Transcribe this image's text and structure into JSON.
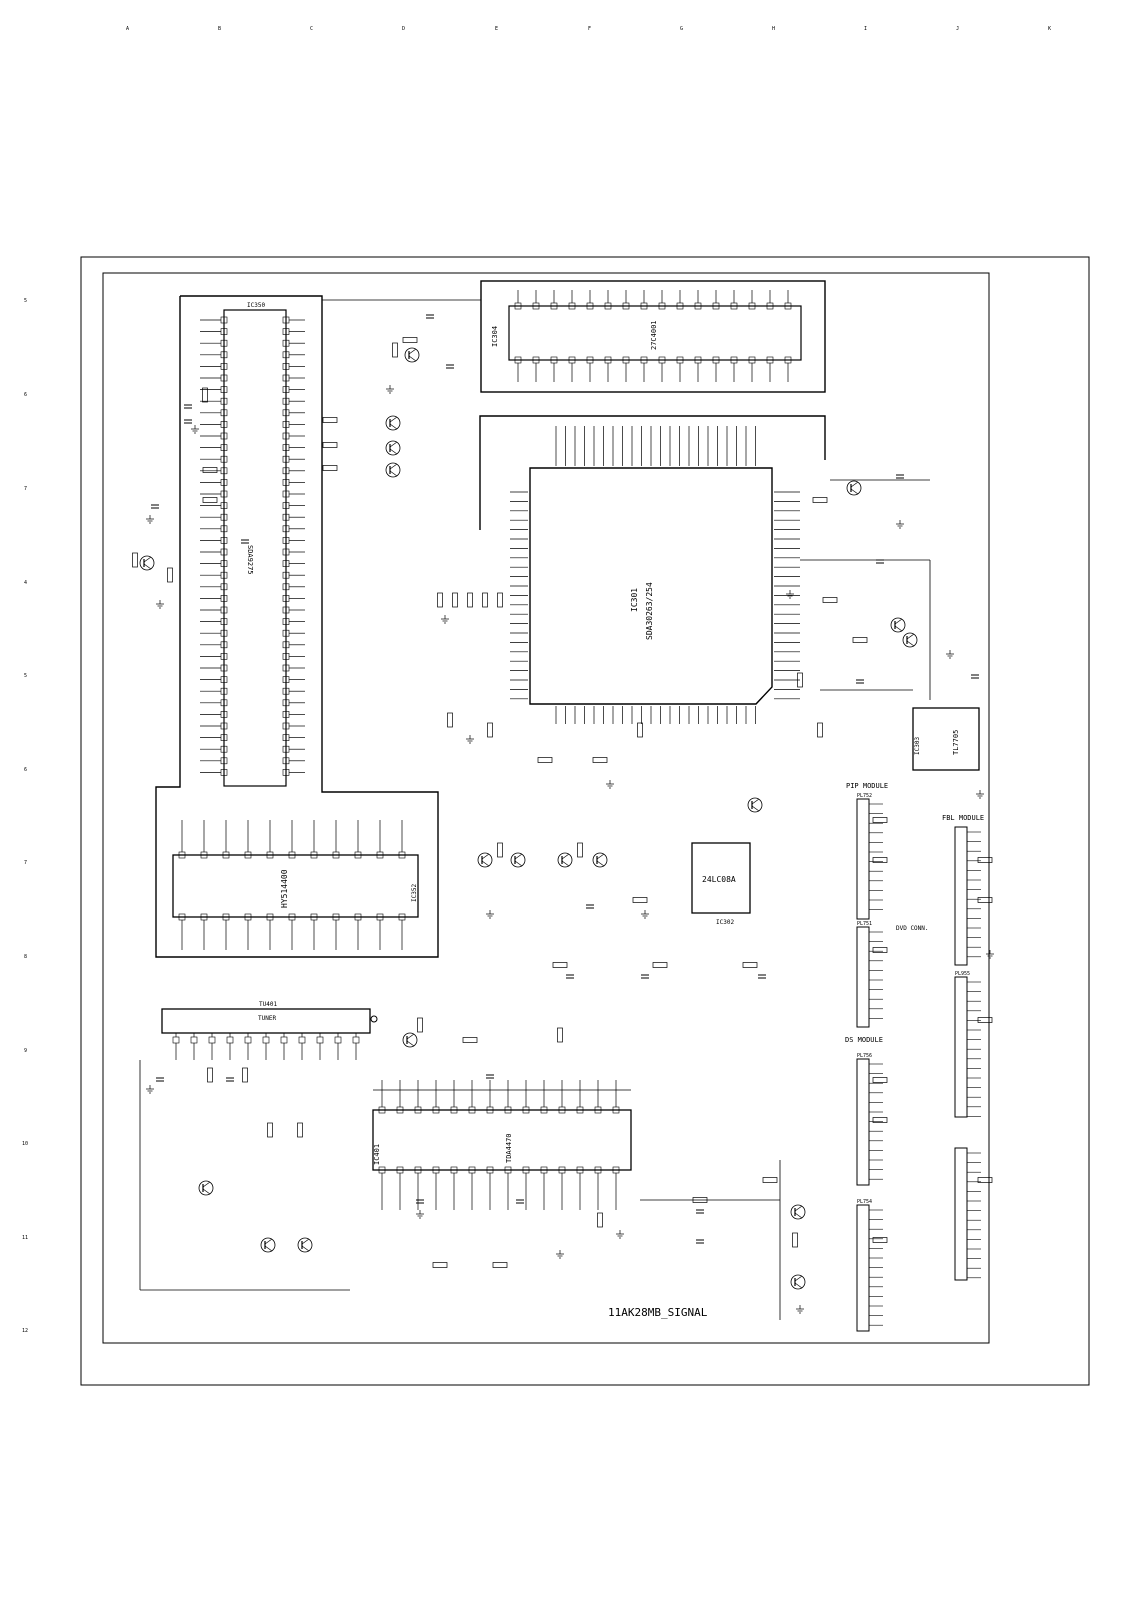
{
  "grid": {
    "columns": [
      "A",
      "B",
      "C",
      "D",
      "E",
      "F",
      "G",
      "H",
      "I",
      "J",
      "K"
    ],
    "rows": [
      "5",
      "6",
      "7",
      "4",
      "5",
      "6",
      "7",
      "8",
      "9",
      "10",
      "11",
      "12"
    ]
  },
  "title": "11AK28MB_SIGNAL",
  "chips": {
    "ic350": {
      "ref": "IC350",
      "part": "SDA9275"
    },
    "ic304": {
      "ref": "IC304",
      "part": "27C4001"
    },
    "ic301": {
      "ref": "IC301",
      "part": "SDA30263/254"
    },
    "ic352": {
      "ref": "IC352",
      "part": "HY514400"
    },
    "ic302": {
      "ref": "IC302",
      "part": "24LC08A"
    },
    "ic303": {
      "ref": "IC303",
      "part": "TL7705"
    },
    "ic401": {
      "ref": "IC401",
      "part": "TDA4470"
    },
    "tuner": {
      "ref": "TU401",
      "part": "TUNER"
    }
  },
  "modules": {
    "pip": "PIP MODULE",
    "fbl": "FBL MODULE",
    "dvd": "DVD CONN.",
    "ds": "DS MODULE"
  },
  "connectors": [
    "PL752",
    "PL751",
    "PL756",
    "PL754",
    "PL955"
  ]
}
